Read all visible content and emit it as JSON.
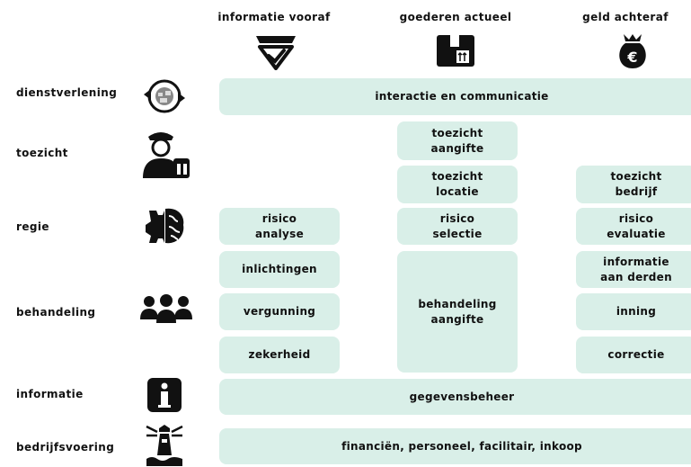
{
  "columns": {
    "col1": "informatie  vooraf",
    "col2": "goederen  actueel",
    "col3": "geld achteraf"
  },
  "rows": {
    "dienstverlening": "dienstverlening",
    "toezicht": "toezicht",
    "regie": "regie",
    "behandeling": "behandeling",
    "informatie": "informatie",
    "bedrijfsvoering": "bedrijfsvoering"
  },
  "boxes": {
    "interactie": "interactie  en  communicatie",
    "toezicht_aangifte": "toezicht\naangifte",
    "toezicht_locatie": "toezicht\nlocatie",
    "toezicht_bedrijf": "toezicht\nbedrijf",
    "risico_analyse": "risico\nanalyse",
    "risico_selectie": "risico\nselectie",
    "risico_evaluatie": "risico\nevaluatie",
    "inlichtingen": "inlichtingen",
    "vergunning": "vergunning",
    "zekerheid": "zekerheid",
    "behandeling_aangifte": "behandeling\naangifte",
    "informatie_derden": "informatie\naan  derden",
    "inning": "inning",
    "correctie": "correctie",
    "gegevensbeheer": "gegevensbeheer",
    "financien": "financiën,  personeel,  facilitair,  inkoop"
  },
  "icons": {
    "col1": "ticket-check-icon",
    "col2": "box-icon",
    "col3": "euro-moneybag-icon",
    "dienstverlening": "globe-cycle-icon",
    "toezicht": "officer-icon",
    "regie": "brain-gear-icon",
    "behandeling": "people-icon",
    "informatie": "info-icon",
    "bedrijfsvoering": "lighthouse-icon"
  },
  "colors": {
    "box_fill": "#d9efe8",
    "icon": "#111111"
  }
}
